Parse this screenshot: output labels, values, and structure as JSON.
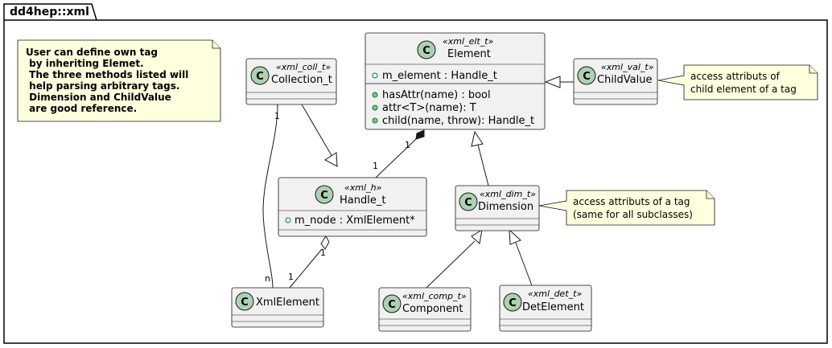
{
  "package": {
    "name": "dd4hep::xml"
  },
  "classes": {
    "collection": {
      "stereotype": "«xml_coll_t»",
      "name": "Collection_t",
      "icon": "C"
    },
    "element": {
      "stereotype": "«xml_elt_t»",
      "name": "Element",
      "icon": "C",
      "fields": [
        "m_element : Handle_t"
      ],
      "methods": [
        "hasAttr(name) : bool",
        "attr<T>(name): T",
        "child(name, throw): Handle_t"
      ]
    },
    "childvalue": {
      "stereotype": "«xml_val_t»",
      "name": "ChildValue",
      "icon": "C"
    },
    "handle": {
      "stereotype": "«xml_h»",
      "name": "Handle_t",
      "icon": "C",
      "fields": [
        "m_node : XmlElement*"
      ]
    },
    "dimension": {
      "stereotype": "«xml_dim_t»",
      "name": "Dimension",
      "icon": "C"
    },
    "xmlelement": {
      "name": "XmlElement",
      "icon": "C"
    },
    "component": {
      "stereotype": "«xml_comp_t»",
      "name": "Component",
      "icon": "C"
    },
    "detelement": {
      "stereotype": "«xml_det_t»",
      "name": "DetElement",
      "icon": "C"
    }
  },
  "notes": {
    "user_tag": [
      "User can define own tag",
      " by inheriting Elemet.",
      " The three methods listed will",
      " help parsing arbitrary tags.",
      " Dimension and ChildValue",
      " are good reference."
    ],
    "childvalue": [
      "access attributs of",
      "child element of a tag"
    ],
    "dimension": [
      "access attributs of a tag",
      "(same for all subclasses)"
    ]
  },
  "multiplicities": {
    "collection_side": "1",
    "xmlelement_side_n": "n",
    "element_composition": "1",
    "handle_from_element": "1",
    "handle_aggregation": "1",
    "xmlelement_from_handle": "1"
  },
  "colors": {
    "class_fill": "#F1F1F1",
    "class_border": "#181818",
    "icon_fill": "#ADD1B2",
    "note_fill": "#FEFFDD",
    "line": "#181818"
  }
}
